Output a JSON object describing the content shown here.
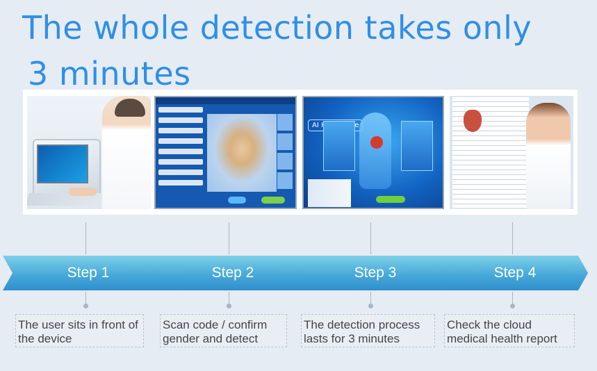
{
  "headline": {
    "line1": "The whole detection takes only",
    "line2": "3 minutes"
  },
  "steps": [
    {
      "label": "Step 1",
      "description": "The user sits in front of the device"
    },
    {
      "label": "Step 2",
      "description": "Scan code / confirm gender and detect"
    },
    {
      "label": "Step 3",
      "description": "The detection process lasts for 3 minutes"
    },
    {
      "label": "Step 4",
      "description": "Check the cloud medical health report"
    }
  ],
  "panel3_badge": "AI Healthcare",
  "colors": {
    "headline": "#2f8fe6",
    "chevron": "#48a9d9",
    "background": "#e6ecf4"
  }
}
